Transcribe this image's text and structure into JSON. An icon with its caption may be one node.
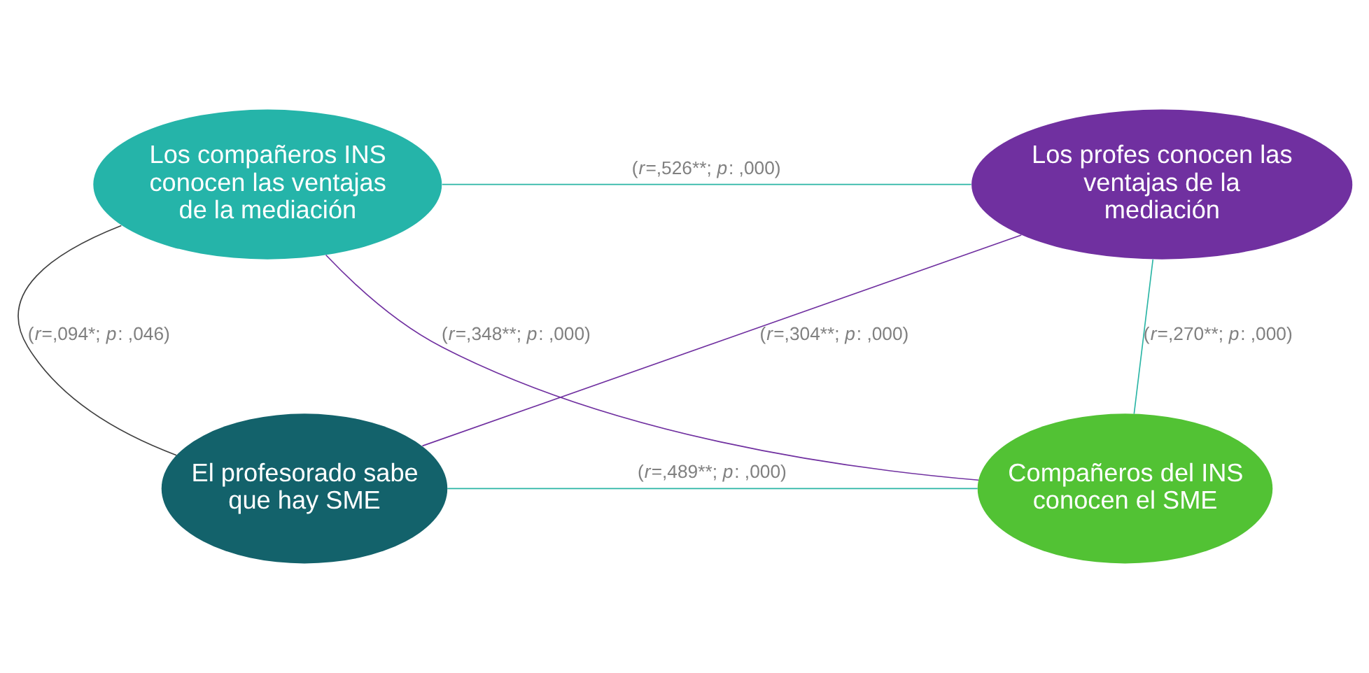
{
  "diagram": {
    "nodes": [
      {
        "text": [
          "Los compañeros INS conocen las ventajas de la mediación"
        ]
      },
      {
        "text": [
          "Los profes conocen las ventajas de la mediación"
        ]
      },
      {
        "text": [
          "El profesorado sabe que hay SME"
        ]
      },
      {
        "text": [
          "Compañeros del INS conocen el SME"
        ]
      }
    ],
    "edges": [
      {
        "from": 0,
        "to": 1,
        "arrow": "none",
        "label": "(*r*=,526**; *p*: ,000)"
      },
      {
        "from": 0,
        "to": 3,
        "arrow": "none",
        "label": "(*r*=,348**; *p*: ,000)",
        "color": "#7030a0"
      },
      {
        "from": 0,
        "to": 2,
        "arrow": "none",
        "label": "(*r*=,094*; *p*: ,046)",
        "color": "#404040"
      },
      {
        "from": 1,
        "to": 2,
        "arrow": "none",
        "label": "(*r*=,304**; *p*: ,000)",
        "color": "#7030a0"
      },
      {
        "from": 1,
        "to": 3,
        "arrow": "none",
        "label": "(*r*=,270**; *p*: ,000)"
      },
      {
        "from": 2,
        "to": 3,
        "arrow": "none",
        "label": "(*r*=,489**; *p*: ,000)"
      }
    ]
  }
}
